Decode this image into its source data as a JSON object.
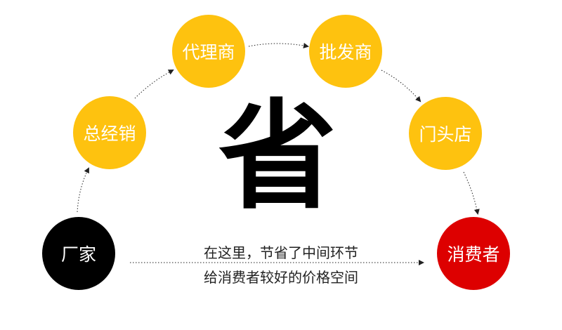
{
  "colors": {
    "yellow": "#FEC20F",
    "black": "#000000",
    "red": "#DD0000",
    "text_light": "#FFFFFF",
    "text_dark": "#222222"
  },
  "nodes": {
    "factory": "厂家",
    "distributor": "总经销",
    "agent": "代理商",
    "wholesaler": "批发商",
    "store": "门头店",
    "consumer": "消费者"
  },
  "center_label": "省",
  "caption": {
    "line1": "在这里，节省了中间环节",
    "line2": "给消费者较好的价格空间"
  }
}
